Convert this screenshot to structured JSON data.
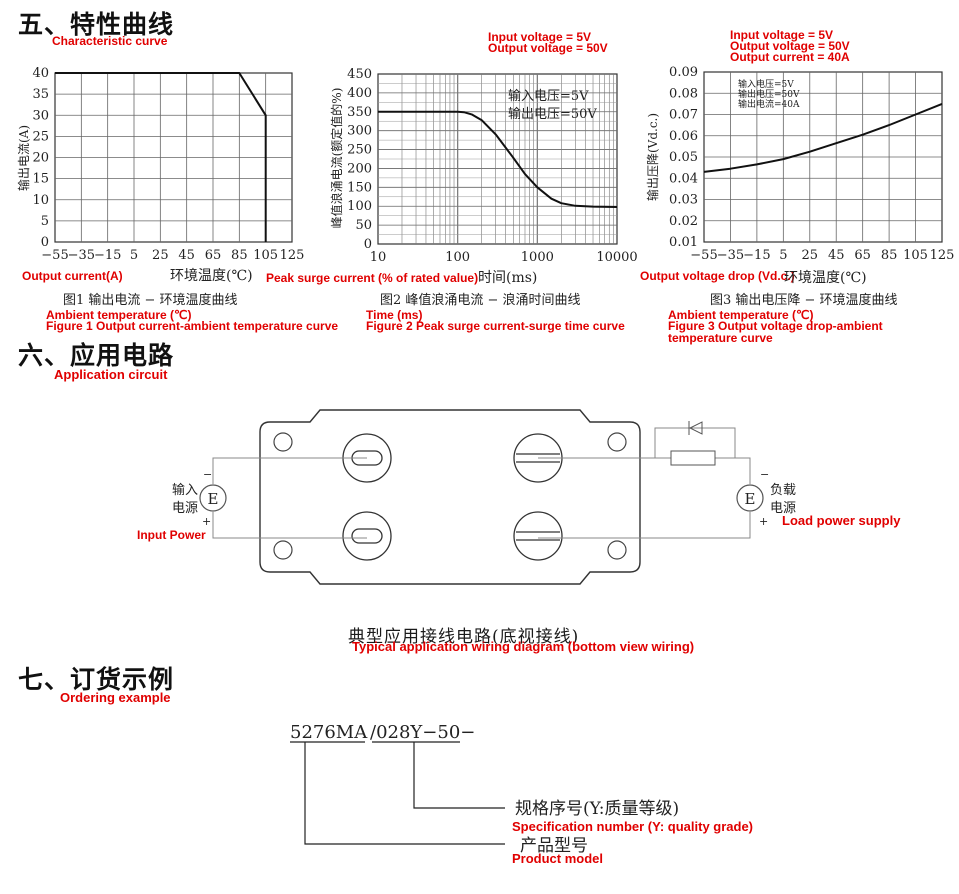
{
  "sections": {
    "s5": {
      "title": "五、特性曲线",
      "en": "Characteristic curve"
    },
    "s6": {
      "title": "六、应用电路",
      "en": "Application circuit"
    },
    "s7": {
      "title": "七、订货示例",
      "en": "Ordering example"
    }
  },
  "chart_data": [
    {
      "type": "line",
      "ylabel": "输出电流(A)",
      "xlabel": "环境温度(℃)",
      "x_ticks": [
        "−55",
        "−35",
        "−15",
        "5",
        "25",
        "45",
        "65",
        "85",
        "105",
        "125"
      ],
      "y_ticks": [
        "0",
        "5",
        "10",
        "15",
        "20",
        "25",
        "30",
        "35",
        "40"
      ],
      "xlim": [
        -55,
        125
      ],
      "ylim": [
        0,
        40
      ],
      "series": [
        {
          "x": [
            -55,
            85,
            105,
            105
          ],
          "y": [
            40,
            40,
            30,
            0
          ]
        }
      ],
      "caption": "图1 输出电流 − 环境温度曲线",
      "notes": {
        "ylabel_en": "Output current(A)",
        "xlabel_en": "Ambient temperature (℃)",
        "caption_en": "Figure 1 Output current-ambient temperature curve"
      }
    },
    {
      "type": "line",
      "scale_x": "log",
      "ylabel": "峰值浪涌电流(额定值的%)",
      "xlabel": "时间(ms)",
      "x_ticks": [
        "10",
        "100",
        "1000",
        "10000"
      ],
      "y_ticks": [
        "0",
        "50",
        "100",
        "150",
        "200",
        "250",
        "300",
        "350",
        "400",
        "450"
      ],
      "xlim": [
        10,
        10000
      ],
      "ylim": [
        0,
        450
      ],
      "series": [
        {
          "x": [
            10,
            100,
            120,
            150,
            200,
            300,
            500,
            700,
            1000,
            1500,
            2000,
            3000,
            5000,
            10000
          ],
          "y": [
            350,
            350,
            349,
            343,
            328,
            290,
            228,
            185,
            150,
            120,
            108,
            101,
            99,
            98
          ]
        }
      ],
      "legend": [
        "输入电压=5V",
        "输出电压=50V"
      ],
      "caption": "图2 峰值浪涌电流 − 浪涌时间曲线",
      "notes": {
        "top_en": [
          "Input voltage = 5V",
          "Output voltage = 50V"
        ],
        "ylabel_en": "Peak surge current (% of rated value)",
        "xlabel_en": "Time (ms)",
        "caption_en": "Figure 2 Peak surge current-surge time curve"
      }
    },
    {
      "type": "line",
      "ylabel": "输出压降(Vd.c.)",
      "xlabel": "环境温度(℃)",
      "x_ticks": [
        "−55",
        "−35",
        "−15",
        "5",
        "25",
        "45",
        "65",
        "85",
        "105",
        "125"
      ],
      "y_ticks": [
        "0.01",
        "0.02",
        "0.03",
        "0.04",
        "0.05",
        "0.06",
        "0.07",
        "0.08",
        "0.09"
      ],
      "xlim": [
        -55,
        125
      ],
      "ylim": [
        0.01,
        0.09
      ],
      "series": [
        {
          "x": [
            -55,
            -35,
            -15,
            5,
            25,
            45,
            65,
            85,
            105,
            125
          ],
          "y": [
            0.043,
            0.0445,
            0.0465,
            0.049,
            0.0525,
            0.0565,
            0.0605,
            0.065,
            0.07,
            0.075
          ]
        }
      ],
      "legend": [
        "输入电压=5V",
        "输出电压=50V",
        "输出电流=40A"
      ],
      "caption": "图3 输出电压降 − 环境温度曲线",
      "notes": {
        "top_en": [
          "Input voltage = 5V",
          "Output voltage = 50V",
          "Output current = 40A"
        ],
        "ylabel_en": "Output voltage drop (Vd.c.)",
        "xlabel_en": "Ambient temperature (℃)",
        "caption_en": "Figure 3 Output voltage drop-ambient temperature curve"
      }
    }
  ],
  "circuit": {
    "input_label": [
      "输入",
      "电源"
    ],
    "input_en": "Input Power",
    "load_label": [
      "负载",
      "电源"
    ],
    "load_en": "Load power supply",
    "source_symbol": "E",
    "minus": "−",
    "plus": "+",
    "caption": "典型应用接线电路(底视接线)",
    "caption_en": "Typical application wiring diagram (bottom view wiring)"
  },
  "order": {
    "model_part": "5276MA",
    "spec_part": "/028Y−50−",
    "spec_label": "规格序号(Y:质量等级)",
    "spec_en": "Specification number (Y: quality grade)",
    "model_label": "产品型号",
    "model_en": "Product model"
  },
  "colors": {
    "annotation": "#e00000",
    "ink": "#1a1a1a",
    "grid": "#555555"
  }
}
